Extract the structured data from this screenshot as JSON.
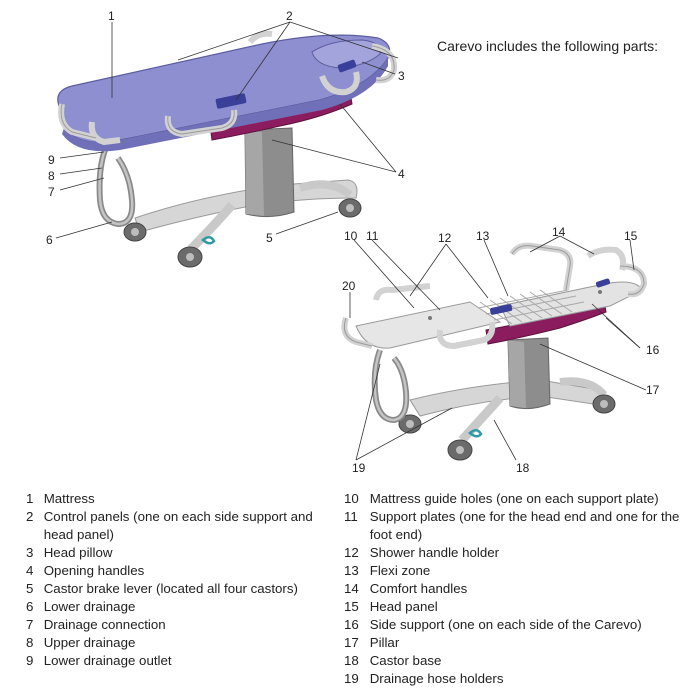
{
  "intro": "Carevo includes the following parts:",
  "callouts": [
    "1",
    "2",
    "3",
    "4",
    "5",
    "6",
    "7",
    "8",
    "9",
    "10",
    "11",
    "12",
    "13",
    "14",
    "15",
    "16",
    "17",
    "18",
    "19",
    "20"
  ],
  "legend_left": [
    {
      "num": "1",
      "text": "Mattress"
    },
    {
      "num": "2",
      "text": "Control panels (one on each side support and head panel)"
    },
    {
      "num": "3",
      "text": "Head pillow"
    },
    {
      "num": "4",
      "text": "Opening handles"
    },
    {
      "num": "5",
      "text": "Castor brake lever (located all four castors)"
    },
    {
      "num": "6",
      "text": "Lower drainage"
    },
    {
      "num": "7",
      "text": "Drainage connection"
    },
    {
      "num": "8",
      "text": "Upper drainage"
    },
    {
      "num": "9",
      "text": "Lower drainage outlet"
    }
  ],
  "legend_right": [
    {
      "num": "10",
      "text": "Mattress guide holes (one on each support plate)"
    },
    {
      "num": "11",
      "text": "Support plates (one for the head end and one for the foot end)"
    },
    {
      "num": "12",
      "text": "Shower handle holder"
    },
    {
      "num": "13",
      "text": "Flexi zone"
    },
    {
      "num": "14",
      "text": "Comfort handles"
    },
    {
      "num": "15",
      "text": "Head panel"
    },
    {
      "num": "16",
      "text": "Side support (one on each side of the Carevo)"
    },
    {
      "num": "17",
      "text": "Pillar"
    },
    {
      "num": "18",
      "text": "Castor base"
    },
    {
      "num": "19",
      "text": "Drainage hose holders"
    }
  ],
  "colors": {
    "mattress": "#8e8fd0",
    "accent": "#8b1d5e",
    "frame": "#d8d8d8",
    "pillar": "#8a8a8a",
    "panel_screen": "#3a3f9a",
    "lever": "#2f9aa5"
  }
}
